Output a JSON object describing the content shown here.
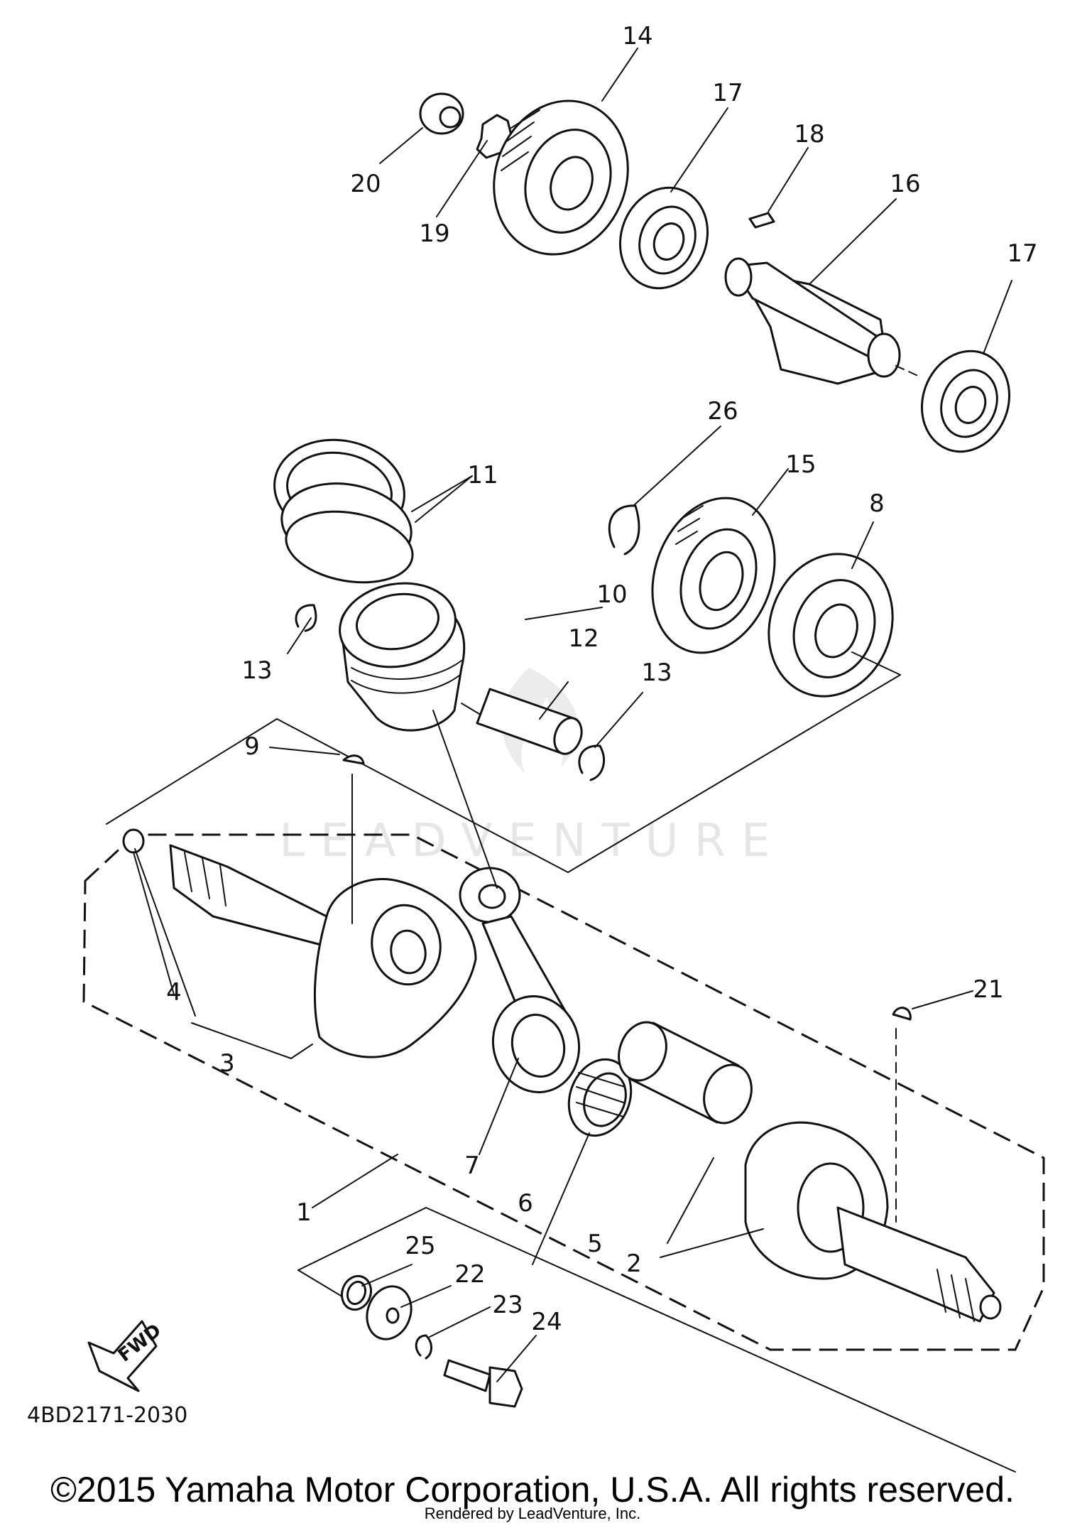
{
  "diagram": {
    "part_callouts": [
      "1",
      "2",
      "3",
      "4",
      "5",
      "6",
      "7",
      "8",
      "9",
      "10",
      "11",
      "12",
      "13",
      "13",
      "14",
      "15",
      "16",
      "17",
      "17",
      "18",
      "19",
      "20",
      "21",
      "22",
      "23",
      "24",
      "25",
      "26"
    ],
    "direction_badge": "FWD",
    "drawing_code": "4BD2171-2030",
    "watermark": "LEADVENTURE"
  },
  "footer": {
    "copyright": "©2015 Yamaha Motor Corporation, U.S.A. All rights reserved.",
    "rendered_by": "Rendered by LeadVenture, Inc."
  }
}
